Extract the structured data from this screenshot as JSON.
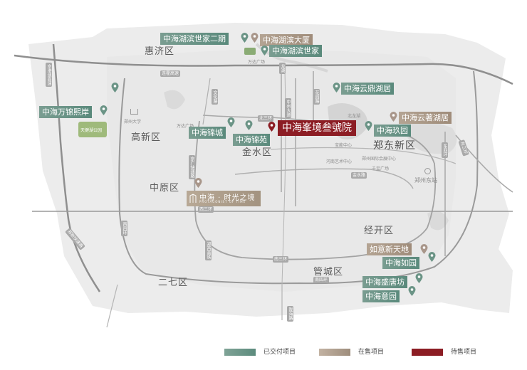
{
  "districts": {
    "huiji": "惠济区",
    "gaoxin": "高新区",
    "jinshui": "金水区",
    "zhengdong": "郑东新区",
    "zhongyuan": "中原区",
    "jingkai": "经开区",
    "erqi": "二七区",
    "guancheng": "管城区"
  },
  "projects": {
    "hubin_shijia_2": "中海湖滨世家二期",
    "hubin_dasha": "中海湖滨大厦",
    "hubin_shijia": "中海湖滨世家",
    "yunding_huju": "中海云鼎湖居",
    "wanjin_xi_an": "中海万锦熙岸",
    "yunzhu_huju": "中海云著湖居",
    "jincheng": "中海锦城",
    "jinyuan": "中海锦苑",
    "fengjing": "中海峯境叁號院",
    "jiuyuan": "中海玖园",
    "shiguang_main": "中海 · 时光之境",
    "shiguang_sub": "PROTAGONIST OF TIME",
    "ruyi_xintiandi": "如意新天地",
    "ruyuan": "中海如园",
    "shengtangfang": "中海盛唐坊",
    "yiyuan": "中海意园"
  },
  "roads": {
    "lianhuo_n": "连霍高速",
    "beisanhuan": "北三环",
    "nansanhuan": "南三环",
    "nansihuan": "南四环",
    "xisihuan": "西四环",
    "xisanhuan": "西三环",
    "jingguang": "京港澳高速",
    "zhengxin": "郑新快速路",
    "jingguang_w": "京广快速路",
    "zhongzhou": "中州大道",
    "wenhua": "文化路",
    "huayuan": "花园路",
    "zhengxi": "郑西高铁",
    "longhu": "龙湖",
    "dongsihuan": "东四环",
    "dongsanhuan": "东三环",
    "jinshui_rd": "金水路",
    "longhai": "陇海路"
  },
  "pois": {
    "zhengzhou_uni": "郑州大学",
    "wanda_n": "万达广场",
    "wanda_w": "万达广场",
    "beilonghu": "北龙湖",
    "east_station": "郑州东站",
    "intl_center": "郑州国际会展中心",
    "henan_art": "河南艺术中心",
    "qianxi": "千玺广场",
    "tiantian_park": "天健湖公园",
    "suoling": "宝能中心"
  },
  "legend": {
    "delivered": "已交付项目",
    "on_sale": "在售项目",
    "upcoming": "待售项目"
  },
  "colors": {
    "delivered": "#6b9486",
    "on_sale": "#a8968a",
    "upcoming": "#8c1d24"
  }
}
